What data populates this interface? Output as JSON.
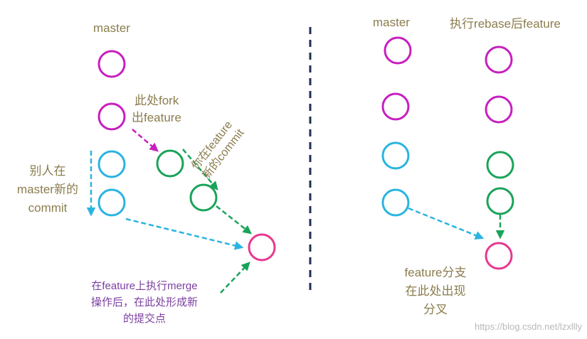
{
  "colors": {
    "master_commit": "#c71fc0",
    "other_commit": "#2ab4e0",
    "feature_commit": "#1aa35a",
    "merge_commit": "#e8388f",
    "label_text": "#8b7d4e",
    "note_text": "#7b3fa0",
    "divider": "#1f2f55"
  },
  "left": {
    "master_label": "master",
    "fork_note": [
      "此处fork",
      "出feature"
    ],
    "others_note": [
      "别人在",
      "master新的",
      "commit"
    ],
    "yours_note": [
      "你在feature",
      "新的commit"
    ],
    "merge_note": [
      "在feature上执行merge",
      "操作后，在此处形成新",
      "的提交点"
    ]
  },
  "right": {
    "master_label": "master",
    "rebase_label": "执行rebase后feature",
    "branch_note": [
      "feature分支",
      "在此处出现",
      "分叉"
    ]
  },
  "watermark": "https://blog.csdn.net/lzxllly"
}
